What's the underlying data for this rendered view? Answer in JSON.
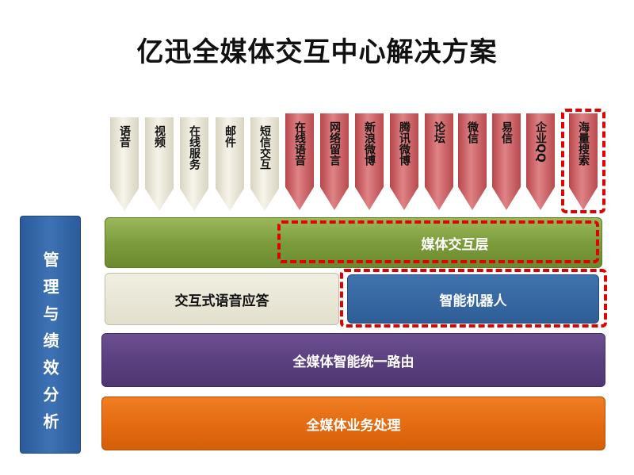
{
  "title": "亿迅全媒体交互中心解决方案",
  "channels": [
    {
      "label": "语音",
      "style": "plain"
    },
    {
      "label": "视频",
      "style": "plain"
    },
    {
      "label": "在线服务",
      "style": "plain"
    },
    {
      "label": "邮件",
      "style": "plain"
    },
    {
      "label": "短信交互",
      "style": "plain"
    },
    {
      "label": "在线语音",
      "style": "red"
    },
    {
      "label": "网络留言",
      "style": "red"
    },
    {
      "label": "新浪微博",
      "style": "red"
    },
    {
      "label": "腾讯微博",
      "style": "red"
    },
    {
      "label": "论坛",
      "style": "red"
    },
    {
      "label": "微信",
      "style": "red"
    },
    {
      "label": "易信",
      "style": "red"
    },
    {
      "label": "企业QQ",
      "style": "red"
    },
    {
      "label": "海量搜索",
      "style": "red"
    }
  ],
  "sidebar": {
    "label": "管理与绩效分析"
  },
  "layers": {
    "media_interaction": "媒体交互层",
    "voice_response": "交互式语音应答",
    "smart_robot": "智能机器人",
    "routing": "全媒体智能统一路由",
    "business": "全媒体业务处理"
  },
  "colors": {
    "highlight": "#e00000",
    "green": "#7a9a3a",
    "blue": "#2f5e96",
    "purple": "#5a3f7e",
    "orange": "#e46a10",
    "sidebar": "#3d72b4"
  }
}
